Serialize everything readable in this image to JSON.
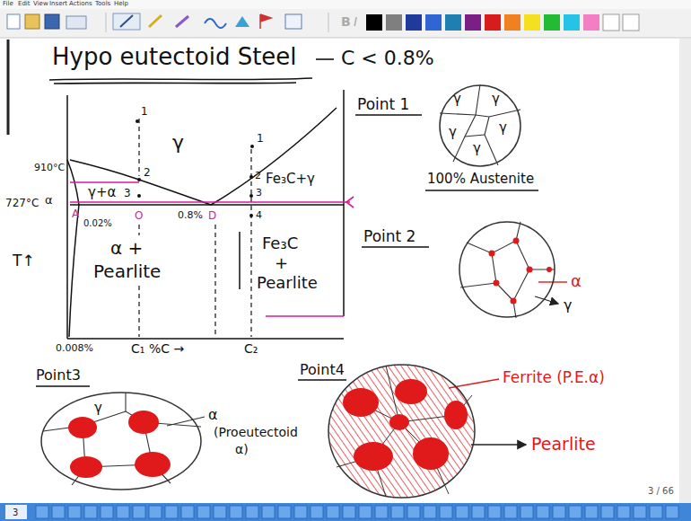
{
  "diagram": {
    "title": "Hypo eutectoid Steel",
    "nodes": [
      {
        "text": [
          "Point 1",
          "γ",
          "γ",
          "γ",
          "γ",
          "γ",
          "100% Austenite"
        ]
      },
      {
        "text": [
          "Point 2"
        ]
      },
      {
        "text": [
          "Point3"
        ]
      },
      {
        "text": [
          "Point4"
        ]
      }
    ],
    "labels": [
      "File",
      "Edit",
      "View",
      "Insert",
      "Actions",
      "Tools",
      "Help",
      "C < 0.8%",
      "910°C",
      "727°C",
      "α",
      "A",
      "0.02%",
      "γ",
      "1",
      "2",
      "γ+α",
      "3",
      "O",
      "0.8%",
      "D",
      "1",
      "2",
      "Fe₃C+γ",
      "3",
      "4",
      "T↑",
      "α +",
      "Pearlite",
      "Fe₃C",
      "+",
      "Pearlite",
      "0.008%",
      "C₁",
      "%C →",
      "C₂",
      "α",
      "γ",
      "γ",
      "α",
      "(Proeutectoid",
      "α)",
      "Ferrite (P.E.α)",
      "Pearlite",
      "3 / 66",
      "3",
      "B",
      "I"
    ]
  }
}
